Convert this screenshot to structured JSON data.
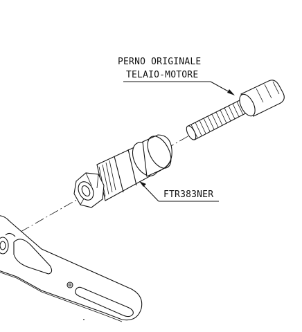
{
  "labels": {
    "bolt_line1": "PERNO  ORIGINALE",
    "bolt_line2": "TELAIO-MOTORE",
    "spacer": "FTR383NER"
  },
  "colors": {
    "line": "#111111",
    "background": "#ffffff"
  }
}
